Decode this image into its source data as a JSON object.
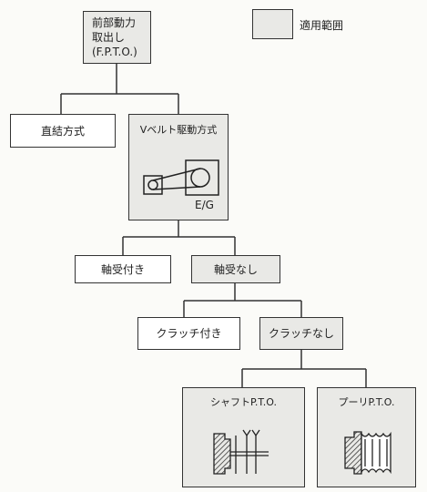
{
  "legend": {
    "label": "適用範囲"
  },
  "nodes": {
    "fpto": "前部動力\n取出し\n(F.P.T.O.)",
    "direct": "直結方式",
    "vbelt": "Vベルト駆動方式",
    "eg_label": "E/G",
    "with_bearing": "軸受付き",
    "no_bearing": "軸受なし",
    "with_clutch": "クラッチ付き",
    "no_clutch": "クラッチなし",
    "shaft_pto": "シャフトP.T.O.",
    "pulley_pto": "プーリP.T.O."
  },
  "colors": {
    "applicable_fill": "#e9e9e6",
    "line": "#333333"
  }
}
